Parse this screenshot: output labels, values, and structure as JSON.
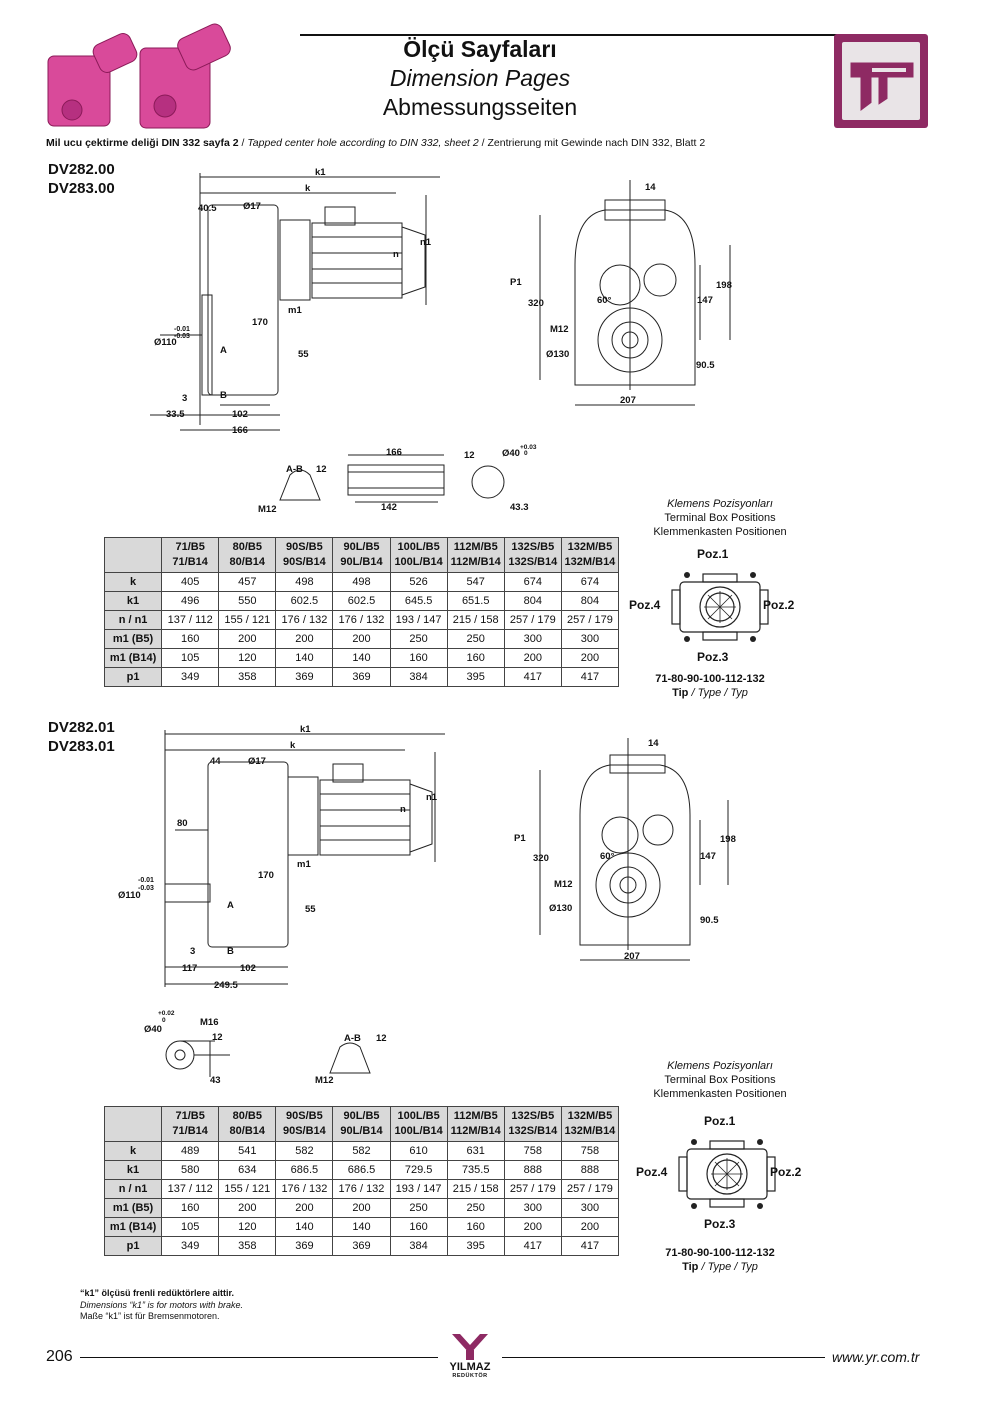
{
  "header": {
    "title_tr": "Ölçü Sayfaları",
    "title_en": "Dimension Pages",
    "title_de": "Abmessungsseiten",
    "icon": "caliper-icon",
    "accent_color": "#8e2a63"
  },
  "subline": {
    "tr": "Mil ucu çektirme deliği DIN 332 sayfa 2",
    "en": "Tapped center hole according to DIN 332, sheet 2",
    "de": "Zentrierung mit Gewinde nach DIN 332, Blatt 2",
    "sep": " / "
  },
  "section1": {
    "model1": "DV282.00",
    "model2": "DV283.00",
    "dims": {
      "k1": "k1",
      "k": "k",
      "d40_5": "40.5",
      "d17": "Ø17",
      "n1": "n1",
      "n": "n",
      "m1": "m1",
      "d170": "170",
      "d110": "Ø110",
      "tol1": "-0.01",
      "tol2": "-0.03",
      "A": "A",
      "d55": "55",
      "B": "B",
      "d3": "3",
      "d33_5": "33.5",
      "d102": "102",
      "d166": "166",
      "d14": "14",
      "P1": "P1",
      "d320": "320",
      "d60": "60°",
      "d198": "198",
      "d147": "147",
      "M12": "M12",
      "d130": "Ø130",
      "d90_5": "90.5",
      "d207": "207",
      "AB": "A-B",
      "d12": "12",
      "M12b": "M12",
      "s166": "166",
      "s142": "142",
      "s12": "12",
      "s40": "Ø40",
      "stol1": "+0.03",
      "stol2": "0",
      "s43_3": "43.3"
    },
    "terminal": {
      "tr": "Klemens Pozisyonları",
      "en": "Terminal Box Positions",
      "de": "Klemmenkasten Positionen",
      "p1": "Poz.1",
      "p2": "Poz.2",
      "p3": "Poz.3",
      "p4": "Poz.4",
      "types": "71-80-90-100-112-132",
      "tip_tr": "Tip",
      "tip_en": "Type",
      "tip_de": "Typ",
      "sep": " / "
    },
    "table": {
      "cols": [
        [
          "71/B5",
          "71/B14"
        ],
        [
          "80/B5",
          "80/B14"
        ],
        [
          "90S/B5",
          "90S/B14"
        ],
        [
          "90L/B5",
          "90L/B14"
        ],
        [
          "100L/B5",
          "100L/B14"
        ],
        [
          "112M/B5",
          "112M/B14"
        ],
        [
          "132S/B5",
          "132S/B14"
        ],
        [
          "132M/B5",
          "132M/B14"
        ]
      ],
      "rows": [
        {
          "label": "k",
          "values": [
            "405",
            "457",
            "498",
            "498",
            "526",
            "547",
            "674",
            "674"
          ]
        },
        {
          "label": "k1",
          "values": [
            "496",
            "550",
            "602.5",
            "602.5",
            "645.5",
            "651.5",
            "804",
            "804"
          ]
        },
        {
          "label": "n / n1",
          "values": [
            "137 / 112",
            "155 / 121",
            "176 / 132",
            "176 / 132",
            "193 / 147",
            "215 / 158",
            "257 / 179",
            "257 / 179"
          ]
        },
        {
          "label": "m1 (B5)",
          "values": [
            "160",
            "200",
            "200",
            "200",
            "250",
            "250",
            "300",
            "300"
          ]
        },
        {
          "label": "m1 (B14)",
          "values": [
            "105",
            "120",
            "140",
            "140",
            "160",
            "160",
            "200",
            "200"
          ]
        },
        {
          "label": "p1",
          "values": [
            "349",
            "358",
            "369",
            "369",
            "384",
            "395",
            "417",
            "417"
          ]
        }
      ]
    }
  },
  "section2": {
    "model1": "DV282.01",
    "model2": "DV283.01",
    "dims": {
      "k1": "k1",
      "k": "k",
      "d44": "44",
      "d17": "Ø17",
      "n1": "n1",
      "n": "n",
      "m1": "m1",
      "d80": "80",
      "d170": "170",
      "d110": "Ø110",
      "tol1": "-0.01",
      "tol2": "-0.03",
      "A": "A",
      "d55": "55",
      "B": "B",
      "d3": "3",
      "d117": "117",
      "d102": "102",
      "d249_5": "249.5",
      "d14": "14",
      "P1": "P1",
      "d320": "320",
      "d60": "60°",
      "d198": "198",
      "d147": "147",
      "M12": "M12",
      "d130": "Ø130",
      "d90_5": "90.5",
      "d207": "207",
      "s40": "Ø40",
      "stol1": "+0.02",
      "stol2": "0",
      "M16": "M16",
      "s12": "12",
      "s43": "43",
      "AB": "A-B",
      "d12": "12",
      "M12b": "M12"
    },
    "terminal": {
      "tr": "Klemens Pozisyonları",
      "en": "Terminal Box Positions",
      "de": "Klemmenkasten Positionen",
      "p1": "Poz.1",
      "p2": "Poz.2",
      "p3": "Poz.3",
      "p4": "Poz.4",
      "types": "71-80-90-100-112-132",
      "tip_tr": "Tip",
      "tip_en": "Type",
      "tip_de": "Typ",
      "sep": " / "
    },
    "table": {
      "cols": [
        [
          "71/B5",
          "71/B14"
        ],
        [
          "80/B5",
          "80/B14"
        ],
        [
          "90S/B5",
          "90S/B14"
        ],
        [
          "90L/B5",
          "90L/B14"
        ],
        [
          "100L/B5",
          "100L/B14"
        ],
        [
          "112M/B5",
          "112M/B14"
        ],
        [
          "132S/B5",
          "132S/B14"
        ],
        [
          "132M/B5",
          "132M/B14"
        ]
      ],
      "rows": [
        {
          "label": "k",
          "values": [
            "489",
            "541",
            "582",
            "582",
            "610",
            "631",
            "758",
            "758"
          ]
        },
        {
          "label": "k1",
          "values": [
            "580",
            "634",
            "686.5",
            "686.5",
            "729.5",
            "735.5",
            "888",
            "888"
          ]
        },
        {
          "label": "n / n1",
          "values": [
            "137 / 112",
            "155 / 121",
            "176 / 132",
            "176 / 132",
            "193 / 147",
            "215 / 158",
            "257 / 179",
            "257 / 179"
          ]
        },
        {
          "label": "m1 (B5)",
          "values": [
            "160",
            "200",
            "200",
            "200",
            "250",
            "250",
            "300",
            "300"
          ]
        },
        {
          "label": "m1 (B14)",
          "values": [
            "105",
            "120",
            "140",
            "140",
            "160",
            "160",
            "200",
            "200"
          ]
        },
        {
          "label": "p1",
          "values": [
            "349",
            "358",
            "369",
            "369",
            "384",
            "395",
            "417",
            "417"
          ]
        }
      ]
    }
  },
  "note": {
    "tr": "“k1” ölçüsü frenli redüktörlere aittir.",
    "en": "Dimensions “k1” is for motors with brake.",
    "de": "Maße “k1” ist für Bremsenmotoren."
  },
  "footer": {
    "page": "206",
    "url": "www.yr.com.tr",
    "logo_name": "YILMAZ",
    "logo_sub": "REDÜKTÖR"
  }
}
